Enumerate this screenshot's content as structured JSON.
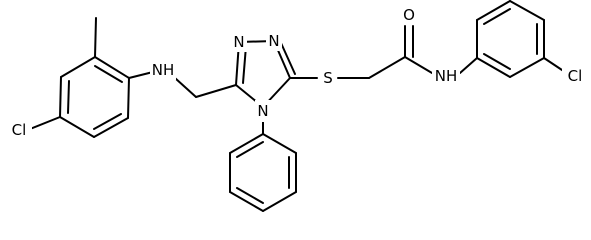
{
  "molecule": {
    "atom_labels": {
      "cl_left": "Cl",
      "nh_left": "NH",
      "n_top_left": "N",
      "n_top_right": "N",
      "n_ring": "N",
      "s": "S",
      "o": "O",
      "nh_amide": "NH",
      "cl_right": "Cl"
    }
  },
  "colors": {
    "bond": "#000000",
    "background": "#ffffff",
    "label": "#000000"
  }
}
